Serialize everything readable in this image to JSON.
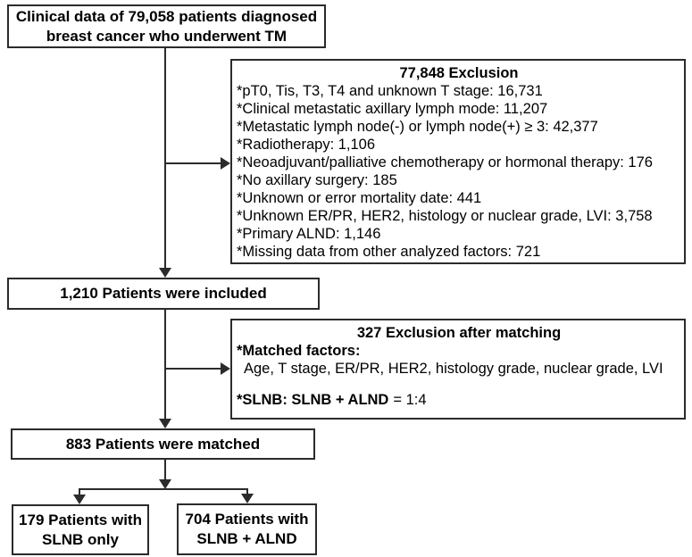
{
  "colors": {
    "text": "#000000",
    "line": "#2b2b2b",
    "background": "#ffffff"
  },
  "flowchart": {
    "top_box": {
      "line1": "Clinical data of 79,058 patients diagnosed",
      "line2": "breast cancer who underwent TM"
    },
    "exclusion_box": {
      "title": "77,848 Exclusion",
      "items": [
        "*pT0, Tis, T3, T4 and unknown T stage: 16,731",
        "*Clinical metastatic axillary lymph mode: 11,207",
        "*Metastatic lymph node(-) or lymph node(+) ≥ 3: 42,377",
        "*Radiotherapy: 1,106",
        "*Neoadjuvant/palliative chemotherapy or hormonal therapy: 176",
        "*No axillary surgery: 185",
        "*Unknown or error mortality date: 441",
        "*Unknown ER/PR, HER2, histology or nuclear grade, LVI: 3,758",
        "*Primary ALND: 1,146",
        "*Missing data from other analyzed factors: 721"
      ]
    },
    "included_box": {
      "text": "1,210 Patients were included"
    },
    "matching_exclusion_box": {
      "title": "327 Exclusion after matching",
      "matched_factors_label": "*Matched factors:",
      "matched_factors_value": "Age, T stage, ER/PR, HER2, histology grade, nuclear grade, LVI",
      "ratio_label": "*SLNB: SLNB + ALND",
      "ratio_value": "= 1:4"
    },
    "matched_box": {
      "text": "883 Patients were matched"
    },
    "slnb_only_box": {
      "line1": "179 Patients with",
      "line2": "SLNB only"
    },
    "slnb_alnd_box": {
      "line1": "704 Patients with",
      "line2": "SLNB + ALND"
    }
  }
}
